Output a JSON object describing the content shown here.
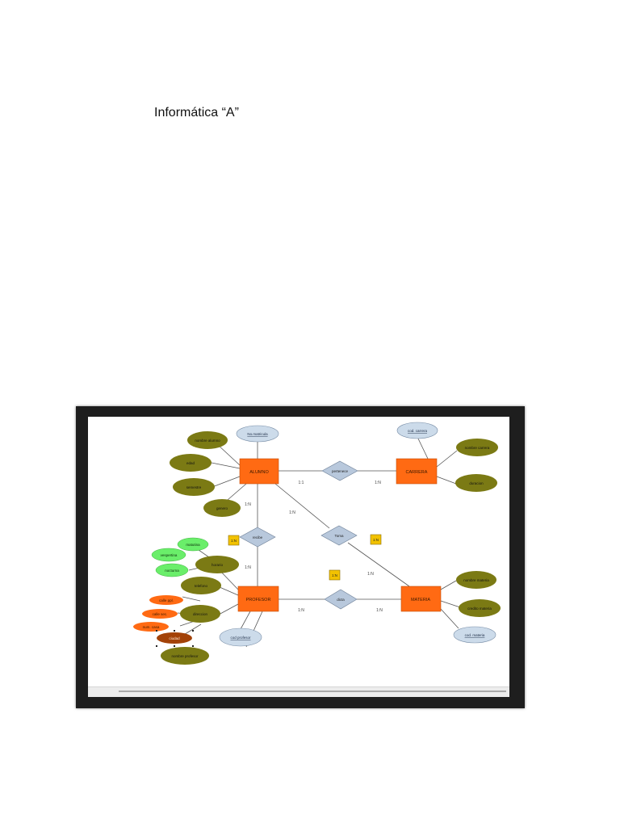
{
  "document": {
    "title": "Informática “A”"
  },
  "diagram": {
    "colors": {
      "entity": "#ff6a13",
      "relationship": "#b8c8dc",
      "attribute": "#7b7a14",
      "key_attribute": "#ccdbea",
      "sub_attribute_green": "#6aee6a",
      "sub_attribute_orange": "#ff6a13",
      "selected_attribute": "#a34208",
      "cardinality_box": "#f2c200",
      "line": "#555555"
    },
    "nodes": {
      "alumno": "ALUMNO",
      "carrera": "CARRERA",
      "profesor": "PROFESOR",
      "materia": "MATERIA",
      "pertenece": "pertenece",
      "recibe": "recibe",
      "toma": "Toma",
      "dicta": "dicta",
      "num_matricula": "No.matricula",
      "nombre_alumno": "nombre alumno",
      "edad": "edad",
      "semestre": "semestre",
      "genero": "genero",
      "cod_carrera": "cod. carrera",
      "nombre_carrera": "nombre carrera",
      "duracion": "duracion",
      "matutina": "matutina",
      "vespertina": "vespertina",
      "nocturna": "nocturna",
      "horario": "horario",
      "telefono": "telefono",
      "calle_ppal": "calle ppl.",
      "calle_sec": "calle sec.",
      "num_casa": "num. casa",
      "ciudad": "ciudad",
      "direccion": "direccion",
      "nombre_profesor": "nombre profesor",
      "cod_profesor": "cod profesor",
      "nombre_materia": "nombre materia",
      "credito_materia": "credito materia",
      "cod_materia": "cod. materia"
    },
    "cardinalities": {
      "alumno_carrera_left": "1:1",
      "alumno_carrera_right": "1:N",
      "alumno_recibe": "1:N",
      "alumno_toma": "1:N",
      "recibe_profesor": "1:N",
      "toma_materia": "1:N",
      "profesor_dicta": "1:N",
      "dicta_materia": "1:N",
      "box_recibe": "1:N",
      "box_toma": "1:N",
      "box_center": "1:N"
    }
  }
}
